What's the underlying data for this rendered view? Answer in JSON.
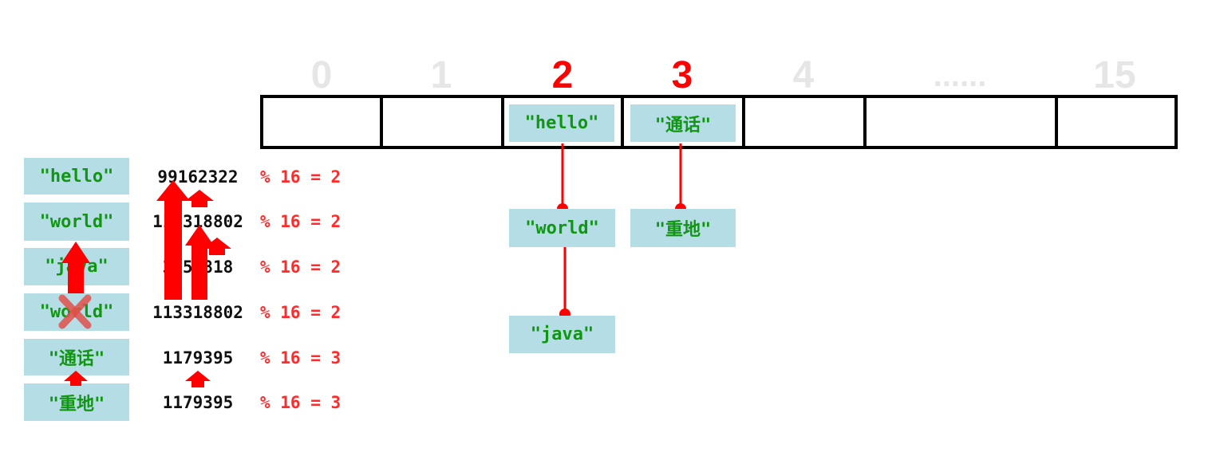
{
  "table": {
    "indices": [
      {
        "label": "0",
        "highlight": false
      },
      {
        "label": "1",
        "highlight": false
      },
      {
        "label": "2",
        "highlight": true
      },
      {
        "label": "3",
        "highlight": true
      },
      {
        "label": "4",
        "highlight": false
      },
      {
        "label": "......",
        "highlight": false
      },
      {
        "label": "15",
        "highlight": false
      }
    ]
  },
  "left_rows": [
    {
      "key": "\"hello\"",
      "hash": "99162322",
      "mod": "% 16 = 2"
    },
    {
      "key": "\"world\"",
      "hash": "113318802",
      "mod": "% 16 = 2"
    },
    {
      "key": "\"java\"",
      "hash": "3254818",
      "mod": "% 16 = 2"
    },
    {
      "key": "\"world\"",
      "hash": "113318802",
      "mod": "% 16 = 2"
    },
    {
      "key": "\"通话\"",
      "hash": "1179395",
      "mod": "% 16 = 3"
    },
    {
      "key": "\"重地\"",
      "hash": "1179395",
      "mod": "% 16 = 3"
    }
  ],
  "bucket_nodes": {
    "b2_head": "\"hello\"",
    "b2_second": "\"world\"",
    "b2_third": "\"java\"",
    "b3_head": "\"通话\"",
    "b3_second": "\"重地\""
  },
  "colors": {
    "key_text": "#119611",
    "box_fill": "#b4dde6",
    "arrow": "#ff0000",
    "index_dim": "#e6e6e6"
  }
}
